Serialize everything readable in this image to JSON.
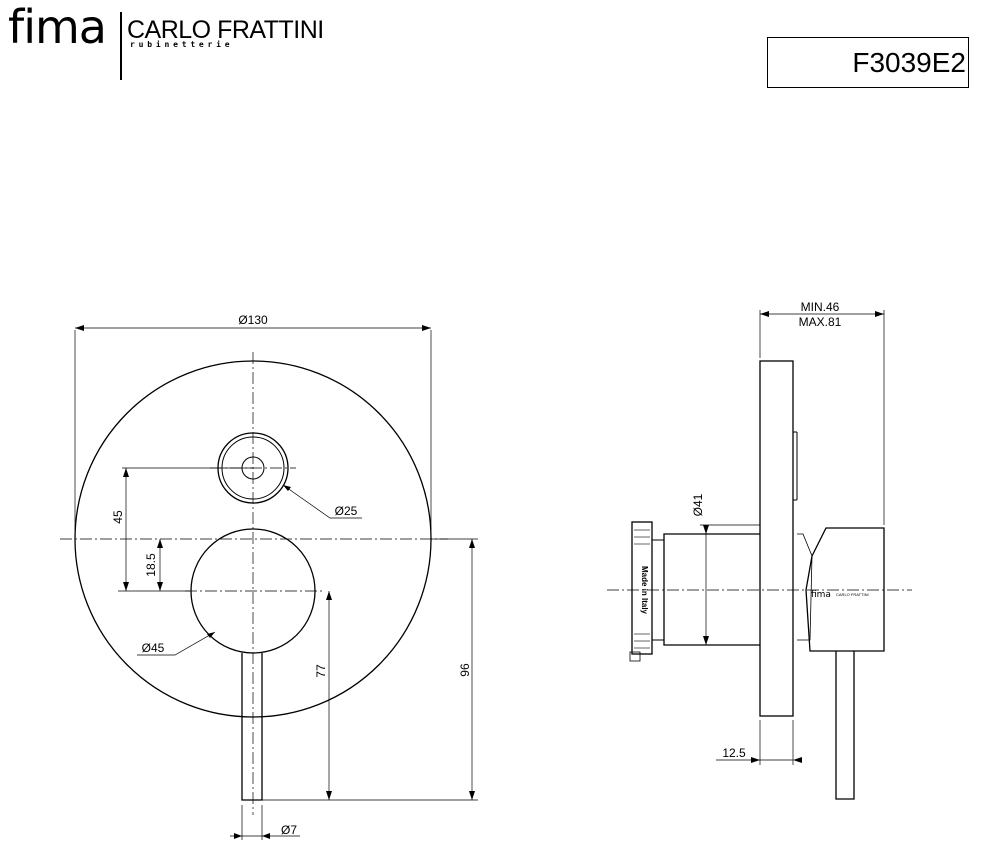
{
  "header": {
    "brand": "fima",
    "designer": "CARLO FRATTINI",
    "designer_sub": "rubinetterie",
    "product_code": "F3039E2"
  },
  "front_view": {
    "plate_diameter": "Ø130",
    "diverter_diameter": "Ø25",
    "handle_diameter": "Ø45",
    "lever_diameter": "Ø7",
    "diverter_offset": "45",
    "handle_offset": "18.5",
    "lever_length": "77",
    "overall_height": "96"
  },
  "side_view": {
    "depth_min": "MIN.46",
    "depth_max": "MAX.81",
    "body_diameter": "Ø41",
    "plate_thickness": "12.5",
    "made_in_label": "Made in Italy",
    "handle_brand": "fima",
    "handle_designer": "CARLO FRATTINI"
  }
}
